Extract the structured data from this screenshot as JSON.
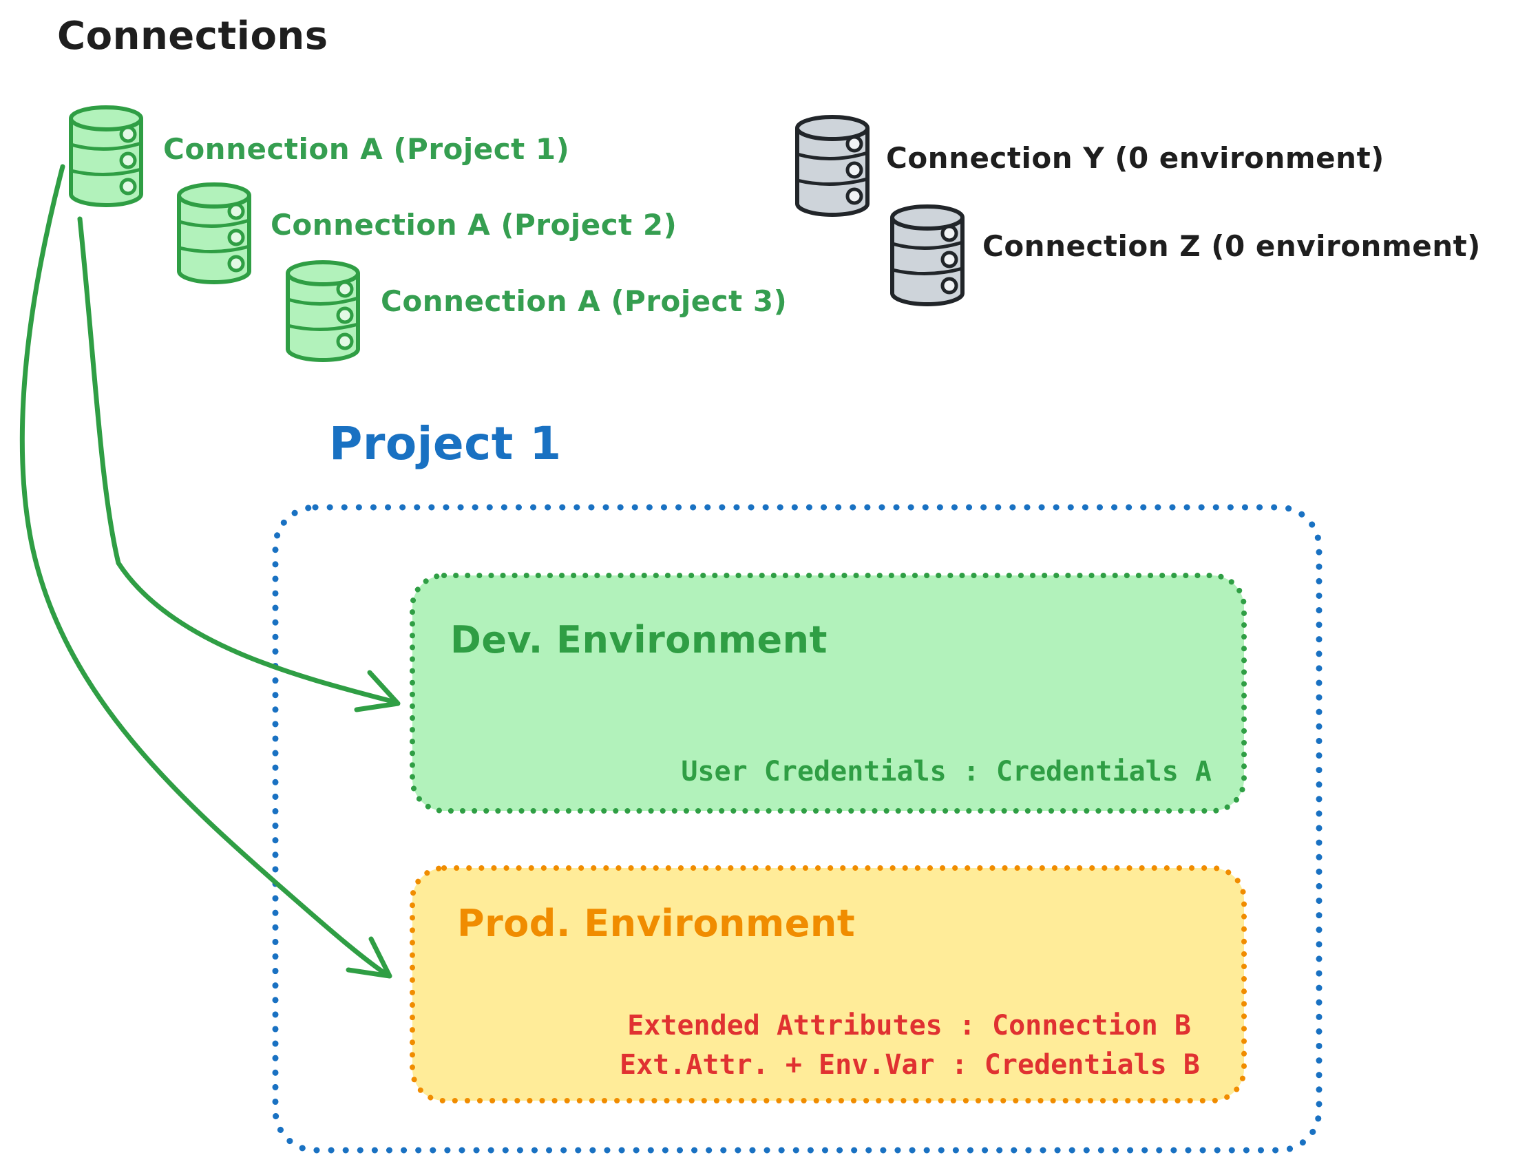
{
  "diagram_title": "Connections",
  "connections": {
    "project_a": [
      {
        "label": "Connection A (Project 1)"
      },
      {
        "label": "Connection A (Project 2)"
      },
      {
        "label": "Connection A (Project 3)"
      }
    ],
    "unassigned": [
      {
        "label": "Connection Y (0 environment)"
      },
      {
        "label": "Connection Z (0 environment)"
      }
    ]
  },
  "project1": {
    "label": "Project 1",
    "dev_environment": {
      "title": "Dev. Environment",
      "credential_line": "User Credentials : Credentials A"
    },
    "prod_environment": {
      "title": "Prod. Environment",
      "mapping_line_1": "Extended Attributes : Connection B",
      "mapping_line_2": "Ext.Attr. + Env.Var : Credentials B"
    }
  },
  "icons": {
    "green_database": "database-icon",
    "gray_database": "database-icon",
    "dev_arrow": "arrow-to-dev-environment",
    "prod_arrow": "arrow-to-prod-environment"
  },
  "colors": {
    "ink_black": "#1e1e1e",
    "green_stroke": "#2f9e44",
    "green_fill": "#b2f2bb",
    "blue_stroke": "#1971c2",
    "orange_stroke": "#f08c00",
    "yellow_fill": "#ffec99",
    "red_text": "#e03131",
    "gray_fill": "#ced4da",
    "gray_stroke": "#212529"
  }
}
